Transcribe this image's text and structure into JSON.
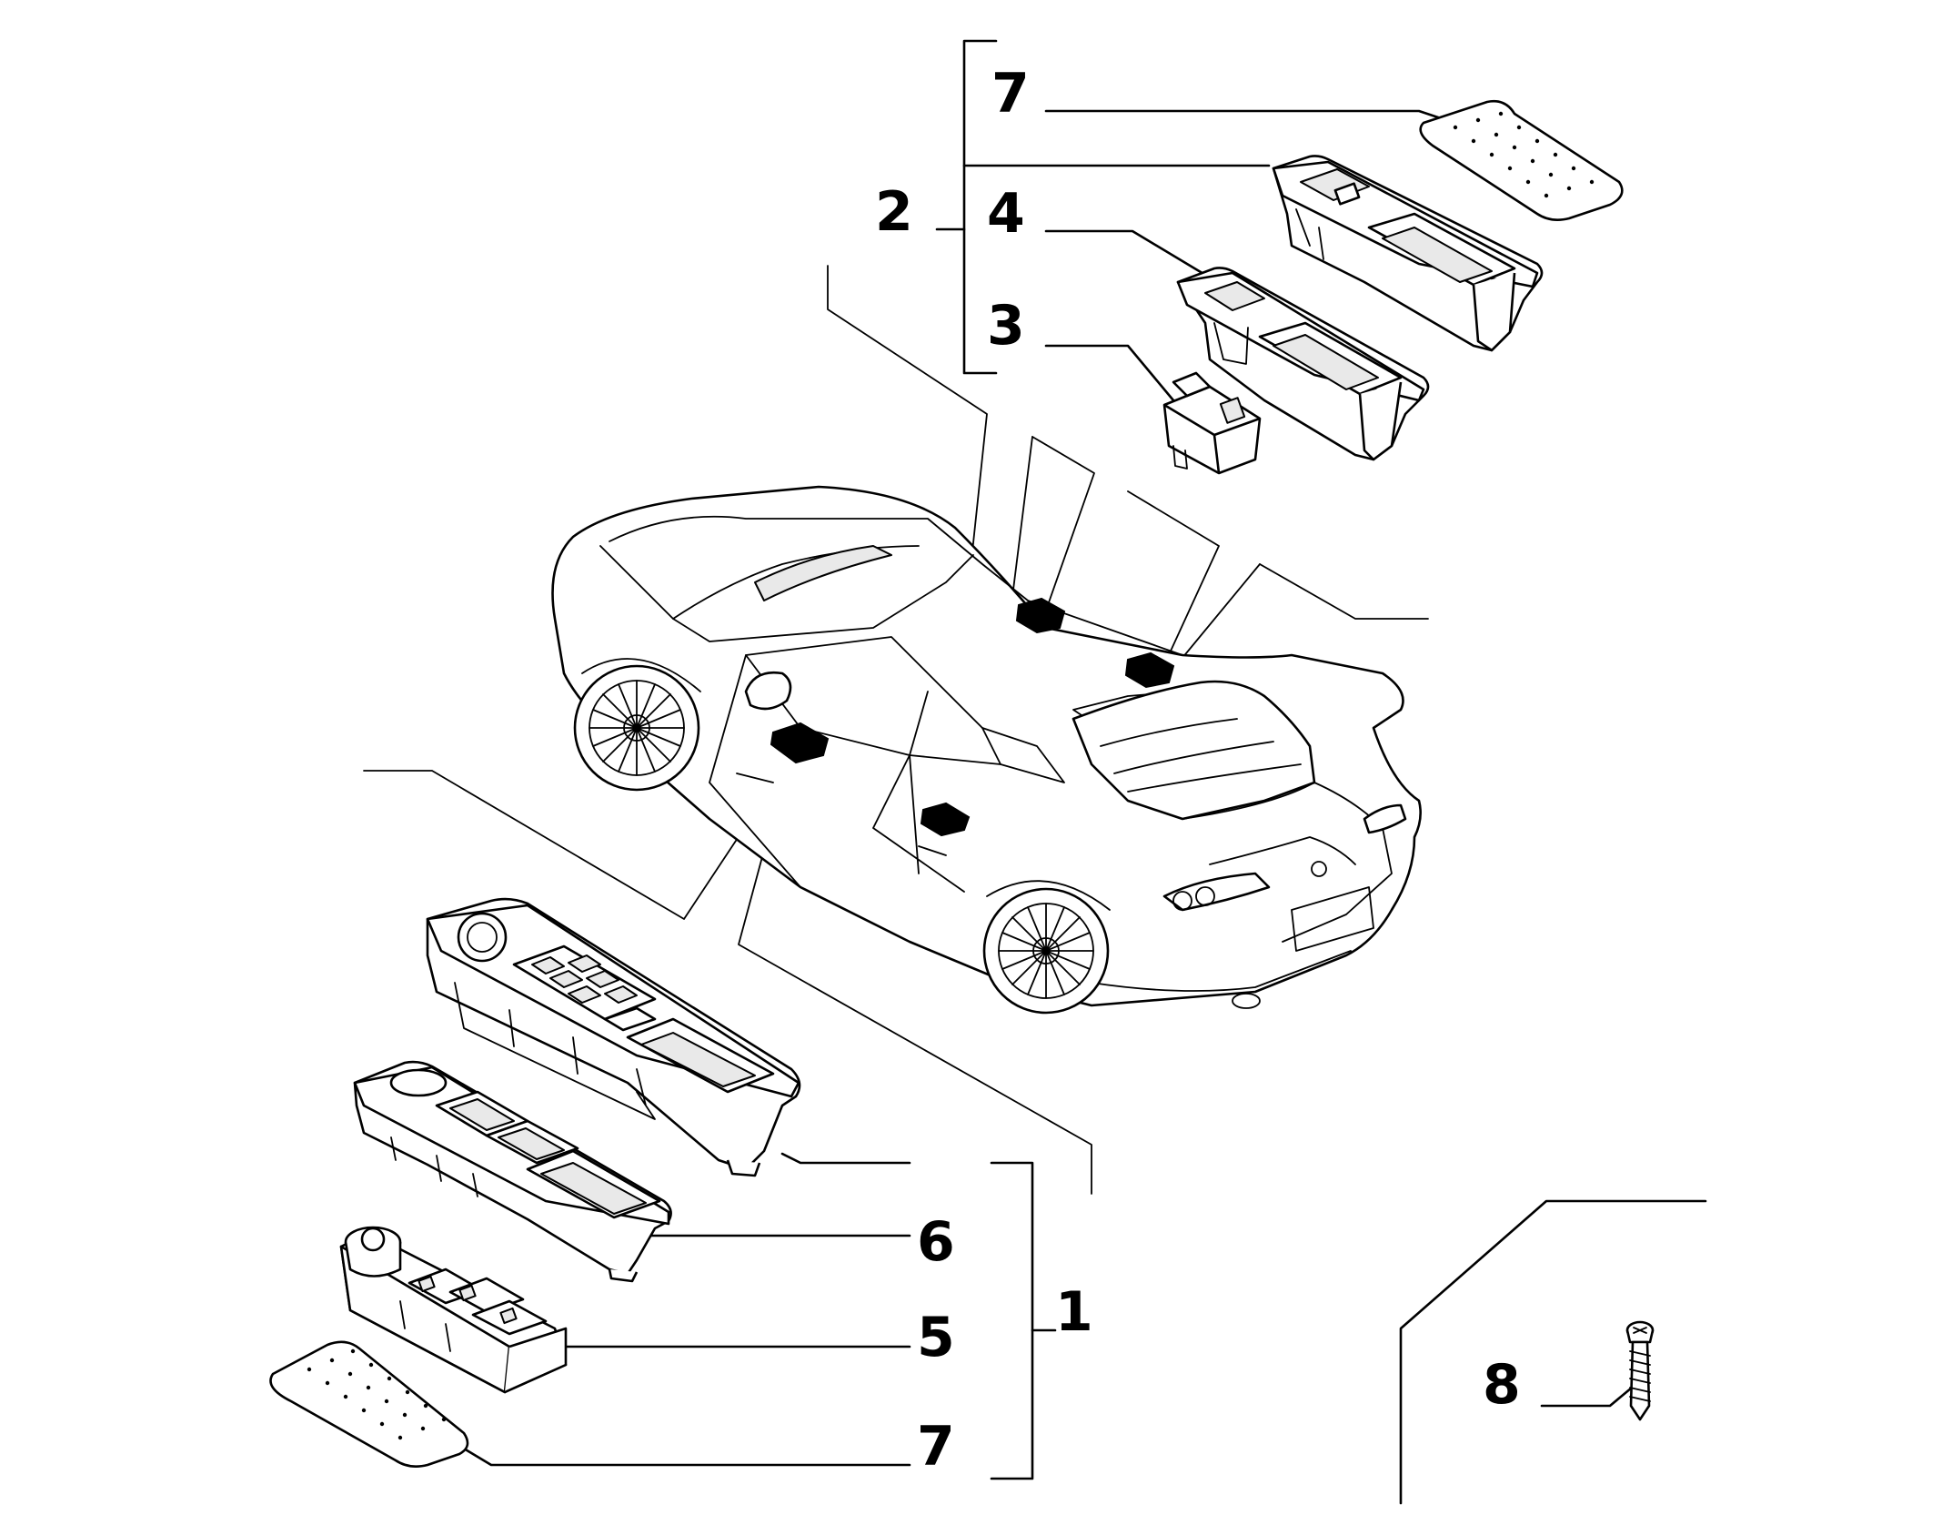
{
  "callouts": {
    "c1": "1",
    "c2": "2",
    "c3": "3",
    "c4": "4",
    "c5": "5",
    "c6": "6",
    "c7_top": "7",
    "c7_bottom": "7",
    "c8": "8"
  }
}
